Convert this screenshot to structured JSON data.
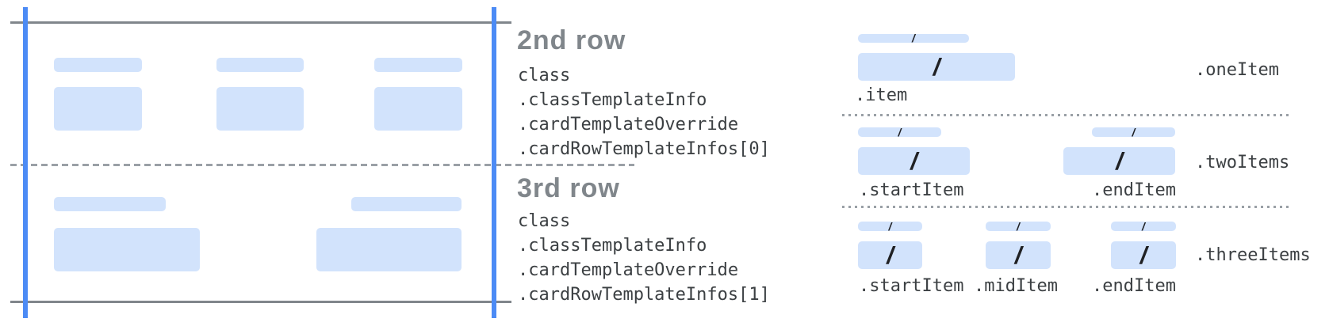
{
  "colors": {
    "bar_fill": "#d2e3fc",
    "guide_blue": "#4c8bf5",
    "line_gray": "#80868b",
    "dotted_gray": "#9aa0a6",
    "heading_gray": "#80868b",
    "code_text": "#3c4043",
    "slash_color": "#202124"
  },
  "slash_glyph": "/",
  "card_rows": [
    {
      "heading": "2nd row",
      "code_lines": [
        "class",
        ".classTemplateInfo",
        ".cardTemplateOverride",
        ".cardRowTemplateInfos[0]"
      ]
    },
    {
      "heading": "3rd row",
      "code_lines": [
        "class",
        ".classTemplateInfo",
        ".cardTemplateOverride",
        ".cardRowTemplateInfos[1]"
      ]
    }
  ],
  "item_layouts": [
    {
      "name": ".oneItem",
      "item_labels": [
        ".item"
      ]
    },
    {
      "name": ".twoItems",
      "item_labels": [
        ".startItem",
        ".endItem"
      ]
    },
    {
      "name": ".threeItems",
      "item_labels": [
        ".startItem",
        ".midItem",
        ".endItem"
      ]
    }
  ]
}
